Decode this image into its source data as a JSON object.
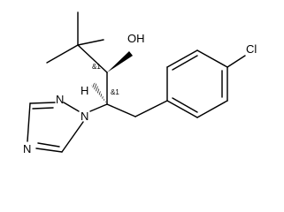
{
  "atom_labels": {
    "hydroxyl": "OH",
    "chlorine": "Cl",
    "hydrogen": "H",
    "triazole_n1": "N",
    "triazole_n2": "N",
    "triazole_n4": "N"
  },
  "stereo_labels": {
    "c_oh": "&1",
    "c_n": "&1"
  }
}
